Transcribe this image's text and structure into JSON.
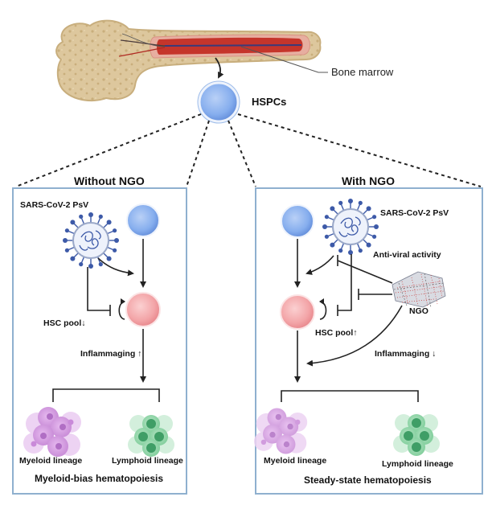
{
  "labels": {
    "bone_marrow": "Bone marrow",
    "hspcs": "HSPCs"
  },
  "left_panel": {
    "title": "Without NGO",
    "virus_label": "SARS-CoV-2 PsV",
    "hsc_pool": "HSC pool",
    "hsc_arrow": "↓",
    "inflammaging": "Inflammaging ↑",
    "myeloid": "Myeloid lineage",
    "lymphoid": "Lymphoid  lineage",
    "footer": "Myeloid-bias hematopoiesis"
  },
  "right_panel": {
    "title": "With NGO",
    "virus_label": "SARS-CoV-2 PsV",
    "antiviral": "Anti-viral activity",
    "ngo": "NGO",
    "hsc_pool": "HSC pool",
    "hsc_arrow": "↑",
    "inflammaging": "Inflammaging ↓",
    "myeloid": "Myeloid lineage",
    "lymphoid": "Lymphoid  lineage",
    "footer": "Steady-state hematopoiesis"
  },
  "colors": {
    "panel_border": "#8fb0cf",
    "hspc_blue": "#7ea6ea",
    "hsc_pink": "#f08f93",
    "myeloid_purple": "#c98ad9",
    "lymphoid_green": "#52b27a",
    "virus_blue": "#3d5aa8",
    "bone": "#dcc59a",
    "marrow": "#c5352b"
  }
}
